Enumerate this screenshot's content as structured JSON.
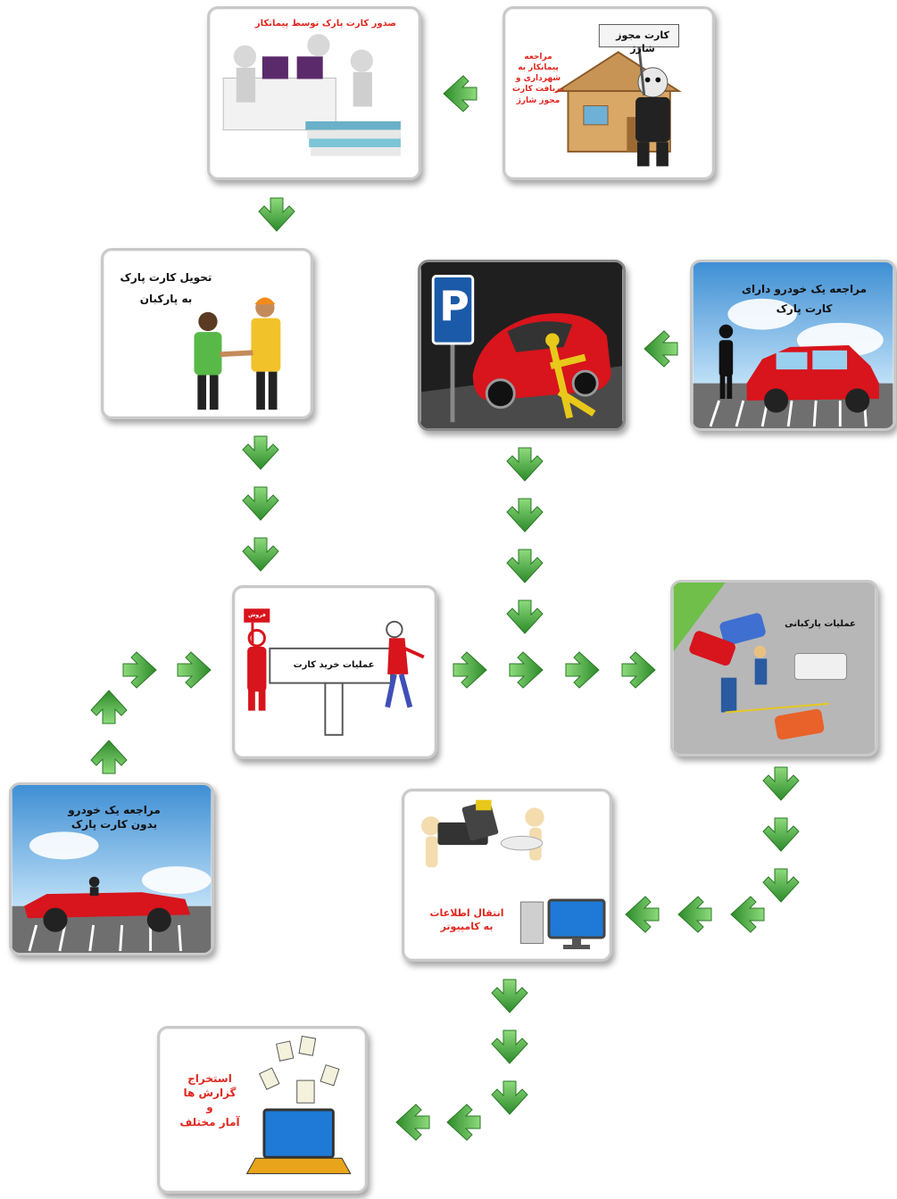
{
  "colors": {
    "arrow_light": "#7fcf6f",
    "arrow_dark": "#2f8a2a",
    "title_red": "#e0271f",
    "text_black": "#111111"
  },
  "steps": {
    "permit_card": {
      "sign": "کارت مجوز شارژ",
      "text_l1": "مراجعه پیمانکار به",
      "text_l2": "شهرداری و",
      "text_l3": "دریافت کارت",
      "text_l4": "مجوز شارژ"
    },
    "issue_cards": {
      "title": "صدور کارت پارک توسط پیمانکار"
    },
    "deliver_card": {
      "title_l1": "تحویل کارت پارک",
      "title_l2": "به پارکبان"
    },
    "parking_sign": {
      "sign_letter": "P"
    },
    "car_with_card": {
      "title_l1": "مراجعه یک خودرو دارای",
      "title_l2": "کارت پارک"
    },
    "purchase_card": {
      "board": "عملیات خرید کارت",
      "sign": "فروش"
    },
    "parking_ops": {
      "title": "عملیات پارکبانی"
    },
    "car_without_card": {
      "title_l1": "مراجعه یک خودرو",
      "title_l2": "بدون کارت پارک"
    },
    "transfer_data": {
      "title_l1": "انتقال اطلاعات",
      "title_l2": "به کامپیوتر"
    },
    "reports": {
      "title_l1": "استخراج",
      "title_l2": "گزارش ها",
      "title_l3": "و",
      "title_l4": "آمار مختلف"
    }
  },
  "icons": {
    "flow_arrow": "green-chevron-arrow",
    "parking": "parking-sign-icon",
    "computer": "monitor-icon",
    "laptop": "laptop-icon"
  }
}
